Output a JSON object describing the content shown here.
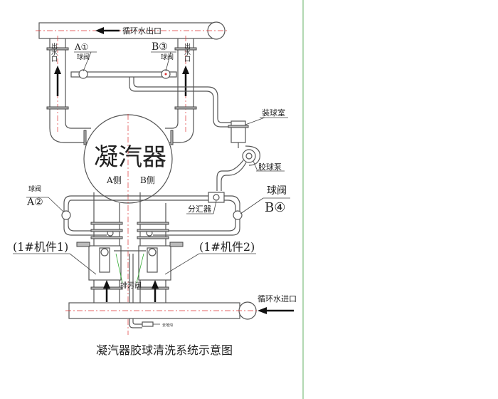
{
  "title": "凝汽器胶球清洗系统示意图",
  "labels": {
    "outlet_main": "循环水出口",
    "inlet_main": "循环水进口",
    "outlet_left": "出水口",
    "outlet_right": "出水口",
    "condenser": "凝汽器",
    "side_a": "A侧",
    "side_b": "B侧",
    "valve_a1_id": "A①",
    "valve_a1": "球阀",
    "valve_b3_id": "B③",
    "valve_b3": "球阀",
    "valve_a2_id": "A②",
    "valve_a2": "球阀",
    "valve_b4_id": "B④",
    "valve_b4": "球阀",
    "ball_chamber": "装球室",
    "ball_pump": "胶球泵",
    "distributor": "分汇器",
    "unit1": "(1#机件1)",
    "unit2": "(1#机件2)",
    "drain_valve": "排污阀",
    "drain_note": "去地沟"
  },
  "colors": {
    "border_line": "#9c9",
    "centerline": "#dd3333"
  }
}
